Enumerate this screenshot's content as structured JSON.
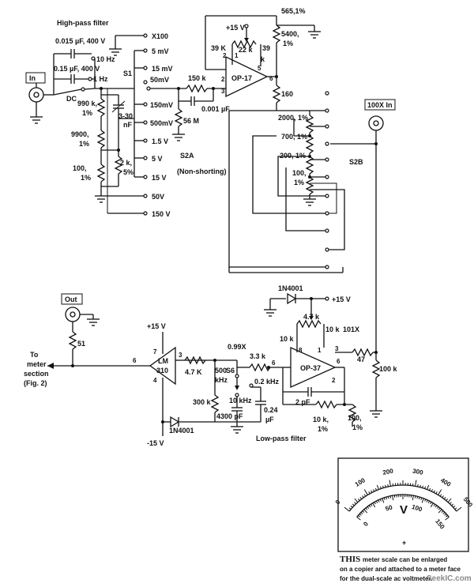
{
  "title": "High-pass filter",
  "connectors": {
    "input": "In",
    "output": "Out",
    "in100x": "100X In"
  },
  "caps_hp": {
    "c1": "0.015 µF, 400 V",
    "c1_freq": "10 Hz",
    "c2": "0.15 µF, 400 V",
    "c2_freq": "1 Hz"
  },
  "s1": {
    "name": "S1",
    "dc": "DC"
  },
  "divider": {
    "r1": "990 k,",
    "r1_tol": "1%",
    "r2": "9900,",
    "r2_tol": "1%",
    "r3": "100,",
    "r3_tol": "1%",
    "trimcap": "3-30",
    "trimcap_unit": "nF",
    "r4": "2 k,",
    "r4_tol": "5%"
  },
  "range_top": [
    "X100",
    "5 mV",
    "15 mV",
    "50mV",
    "150mV",
    "500mV",
    "1.5 V",
    "5 V",
    "15 V"
  ],
  "range_bottom": [
    "50V",
    "150 V"
  ],
  "s2a": {
    "name": "S2A",
    "note": "(Non-shorting)"
  },
  "r150k": "150 k",
  "c001": "0.001 µF",
  "r56m": "56 M",
  "op17": {
    "name": "OP-17",
    "supply": "+15 V",
    "r39k": "39 K",
    "r22k": "22 k",
    "r39": "39",
    "r39_unit": "k",
    "pins": [
      "2",
      "1",
      "5",
      "3",
      "6"
    ]
  },
  "ladder": {
    "r_top": "565,1%",
    "r5400": "5400,",
    "r5400_tol": "1%",
    "r160": "160",
    "r2000": "2000, 1%",
    "r700": "700, 1%",
    "r200": "200, 1%",
    "r100": "100,",
    "r100_tol": "1%"
  },
  "s2b": "S2B",
  "op37": {
    "name": "OP-37",
    "diode": "1N4001",
    "supply": "+15 V",
    "r47k": "4.7 k",
    "r10k_a": "10 k",
    "r101x": "101X",
    "r10k_b": "10 k",
    "r47": "47",
    "r100k": "100 k",
    "c2pf": "2 pF",
    "r10k_c": "10 k,",
    "r10k_c_tol": "1%",
    "r100": "100,",
    "r100_tol": "1%",
    "pins": [
      "8",
      "1",
      "3",
      "6",
      "2"
    ]
  },
  "lm310": {
    "name": "LM",
    "name2": "310",
    "supply_pos": "+15 V",
    "supply_neg": "-15 V",
    "diode": "1N4001",
    "pins": [
      "7",
      "6",
      "3",
      "4"
    ]
  },
  "lp": {
    "r47k": "4.7 K",
    "r500k": "500",
    "r500k_unit": "kHz",
    "r300k": "300 k",
    "c4300": "4300 pF",
    "gain": "0.99X",
    "r33k": "3.3 k",
    "s6": "S6",
    "f10k": "10 kHz",
    "f02k": "0.2 kHz",
    "c024": "0.24",
    "c024_unit": "µF",
    "caption": "Low-pass filter"
  },
  "r51": "51",
  "meter_out": [
    "To",
    "meter",
    "section",
    "(Fig. 2)"
  ],
  "meter": {
    "outer_ticks": [
      "0",
      "100",
      "200",
      "300",
      "400",
      "500"
    ],
    "inner_ticks": [
      "0",
      "50",
      "100",
      "150"
    ],
    "unit": "V",
    "caption_lead": "THIS",
    "caption_line1": " meter scale can be enlarged",
    "caption_line2": "on a copier and attached to a meter face",
    "caption_line3": "for the dual-scale ac voltmeter.",
    "watermark": "SeekIC.com"
  }
}
